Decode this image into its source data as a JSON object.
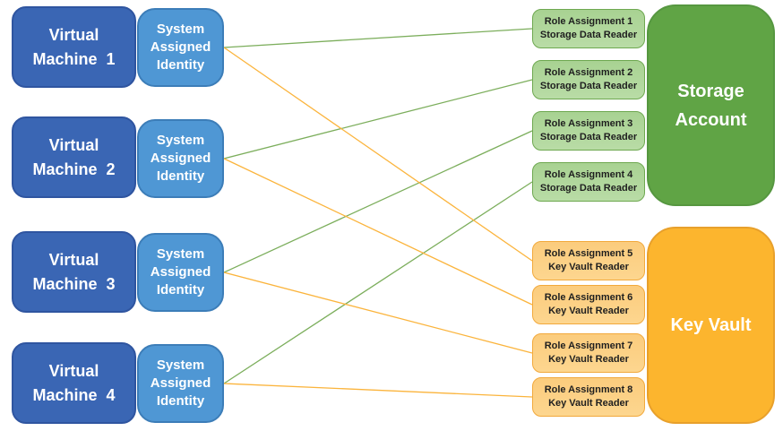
{
  "diagram": {
    "vms": [
      {
        "lines": [
          "Virtual",
          "Machine  1"
        ]
      },
      {
        "lines": [
          "Virtual",
          "Machine  2"
        ]
      },
      {
        "lines": [
          "Virtual",
          "Machine  3"
        ]
      },
      {
        "lines": [
          "Virtual",
          "Machine  4"
        ]
      }
    ],
    "identity_label": "System Assigned Identity",
    "role_assignments": [
      {
        "title": "Role Assignment 1",
        "role": "Storage Data Reader",
        "group": "storage"
      },
      {
        "title": "Role Assignment 2",
        "role": "Storage Data Reader",
        "group": "storage"
      },
      {
        "title": "Role Assignment 3",
        "role": "Storage Data Reader",
        "group": "storage"
      },
      {
        "title": "Role Assignment 4",
        "role": "Storage Data Reader",
        "group": "storage"
      },
      {
        "title": "Role Assignment 5",
        "role": "Key Vault Reader",
        "group": "keyvault"
      },
      {
        "title": "Role Assignment 6",
        "role": "Key Vault Reader",
        "group": "keyvault"
      },
      {
        "title": "Role Assignment 7",
        "role": "Key Vault Reader",
        "group": "keyvault"
      },
      {
        "title": "Role Assignment 8",
        "role": "Key Vault Reader",
        "group": "keyvault"
      }
    ],
    "targets": [
      {
        "label": "Storage Account"
      },
      {
        "label": "Key Vault"
      }
    ],
    "connections": [
      {
        "from": "identity-1",
        "to": "ra-1",
        "color": "green"
      },
      {
        "from": "identity-2",
        "to": "ra-2",
        "color": "green"
      },
      {
        "from": "identity-3",
        "to": "ra-3",
        "color": "green"
      },
      {
        "from": "identity-4",
        "to": "ra-4",
        "color": "green"
      },
      {
        "from": "identity-1",
        "to": "ra-5",
        "color": "orange"
      },
      {
        "from": "identity-2",
        "to": "ra-6",
        "color": "orange"
      },
      {
        "from": "identity-3",
        "to": "ra-7",
        "color": "orange"
      },
      {
        "from": "identity-4",
        "to": "ra-8",
        "color": "orange"
      }
    ],
    "colors": {
      "green": "#7CAE5C",
      "orange": "#FBB43C",
      "vm_fill": "#3A66B4",
      "identity_fill": "#4F97D4",
      "ra_storage_fill": "#AED69A",
      "ra_keyvault_fill": "#FCCF83",
      "storage_fill": "#60A445",
      "keyvault_fill": "#FCB52E"
    }
  }
}
